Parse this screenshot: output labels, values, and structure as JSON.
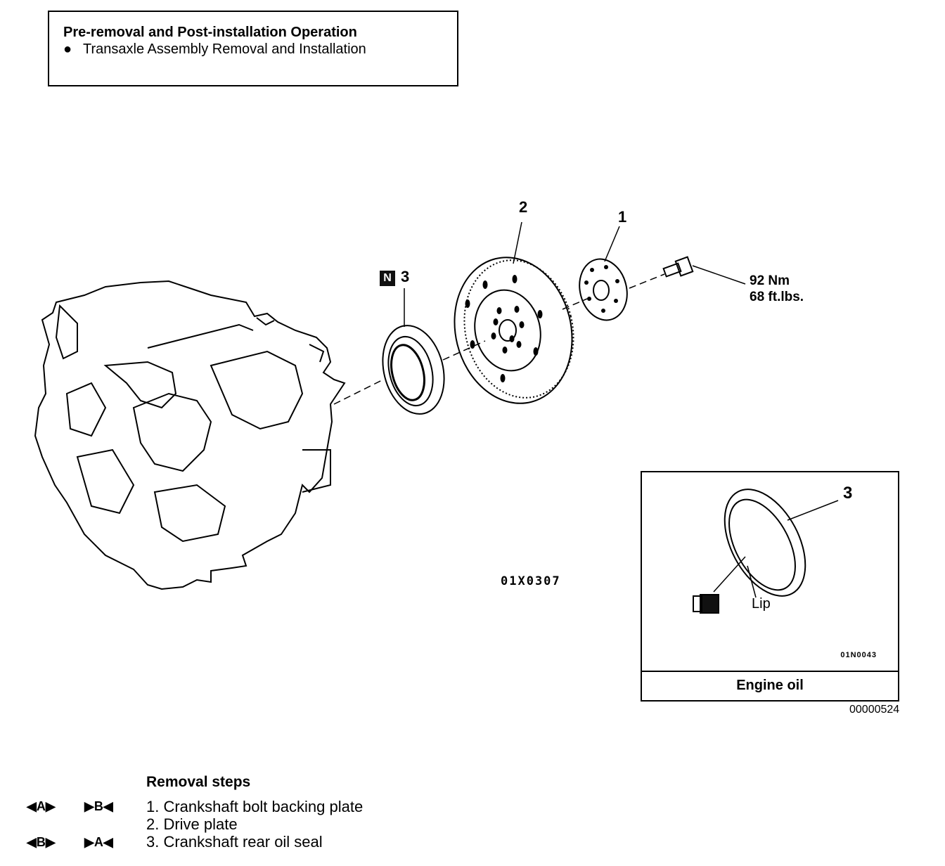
{
  "note": {
    "title": "Pre-removal and Post-installation Operation",
    "bullet": "●",
    "item": "Transaxle Assembly Removal and Installation"
  },
  "callouts": {
    "part1": "1",
    "part2": "2",
    "part3": "3",
    "new_mark": "N",
    "torque_nm": "92 Nm",
    "torque_ftlbs": "68 ft.lbs."
  },
  "figure_code_main": "01X0307",
  "inset": {
    "part": "3",
    "lip_label": "Lip",
    "code": "01N0043",
    "footer": "Engine oil"
  },
  "figure_number": "00000524",
  "removal": {
    "title": "Removal steps",
    "steps": [
      {
        "text": "1. Crankshaft bolt backing plate",
        "mark_left": "◀A▶",
        "mark_right": "▶B◀"
      },
      {
        "text": "2. Drive plate",
        "mark_left": "",
        "mark_right": ""
      },
      {
        "text": "3. Crankshaft rear oil seal",
        "mark_left": "◀B▶",
        "mark_right": "▶A◀"
      }
    ]
  }
}
